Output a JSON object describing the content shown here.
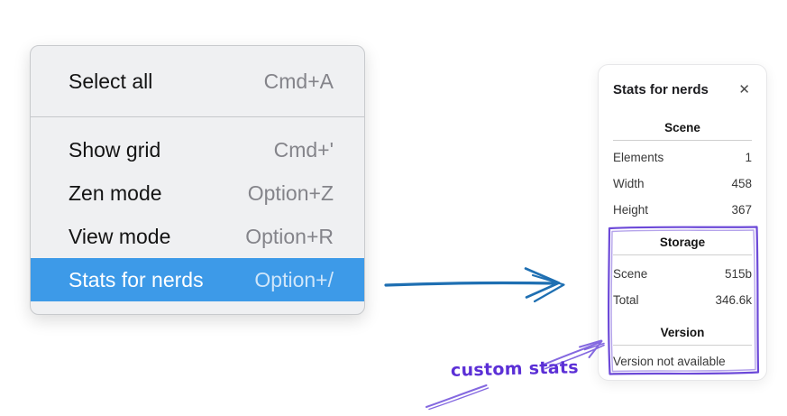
{
  "colors": {
    "menu_highlight": "#3d9ae8",
    "blue_arrow": "#1e6fb2",
    "purple_box": "#6c49d8",
    "purple_light": "#8468e0",
    "purple_text": "#5b2fd6"
  },
  "context_menu": {
    "items": [
      {
        "label": "Select all",
        "shortcut": "Cmd+A"
      },
      {
        "label": "Show grid",
        "shortcut": "Cmd+'"
      },
      {
        "label": "Zen mode",
        "shortcut": "Option+Z"
      },
      {
        "label": "View mode",
        "shortcut": "Option+R"
      },
      {
        "label": "Stats for nerds",
        "shortcut": "Option+/"
      }
    ]
  },
  "stats_panel": {
    "title": "Stats for nerds",
    "close_icon": "✕",
    "sections": [
      {
        "title": "Scene",
        "rows": [
          {
            "label": "Elements",
            "value": "1"
          },
          {
            "label": "Width",
            "value": "458"
          },
          {
            "label": "Height",
            "value": "367"
          }
        ]
      },
      {
        "title": "Storage",
        "rows": [
          {
            "label": "Scene",
            "value": "515b"
          },
          {
            "label": "Total",
            "value": "346.6k"
          }
        ]
      },
      {
        "title": "Version",
        "note": "Version not available"
      }
    ]
  },
  "annotations": {
    "custom_stats_label": "custom stats"
  }
}
